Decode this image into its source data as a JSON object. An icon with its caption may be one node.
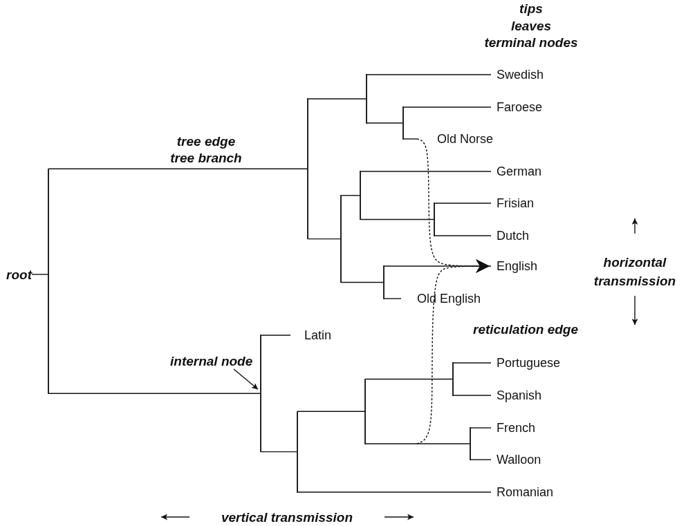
{
  "diagram": {
    "nodes": [
      {
        "text": [
          "root"
        ]
      },
      {
        "text": [],
        "shape": "bar"
      },
      {
        "text": [],
        "shape": "bar"
      },
      {
        "text": [],
        "shape": "bar"
      },
      {
        "text": [
          "Swedish"
        ]
      },
      {
        "text": [],
        "shape": "bar"
      },
      {
        "text": [
          "Faroese"
        ]
      },
      {
        "text": [
          "Old Norse"
        ]
      },
      {
        "text": [],
        "shape": "bar"
      },
      {
        "text": [],
        "shape": "bar"
      },
      {
        "text": [
          "German"
        ]
      },
      {
        "text": [],
        "shape": "bar"
      },
      {
        "text": [
          "Frisian"
        ]
      },
      {
        "text": [
          "Dutch"
        ]
      },
      {
        "text": [],
        "shape": "bar"
      },
      {
        "text": [
          "English"
        ]
      },
      {
        "text": [
          "Old English"
        ]
      },
      {
        "text": [
          "internal node"
        ]
      },
      {
        "text": [],
        "shape": "bar"
      },
      {
        "text": [
          "Latin"
        ]
      },
      {
        "text": [],
        "shape": "bar"
      },
      {
        "text": [],
        "shape": "bar"
      },
      {
        "text": [],
        "shape": "bar"
      },
      {
        "text": [
          "Portuguese"
        ]
      },
      {
        "text": [
          "Spanish"
        ]
      },
      {
        "text": [],
        "shape": "bar"
      },
      {
        "text": [
          "French"
        ]
      },
      {
        "text": [
          "Walloon"
        ]
      },
      {
        "text": [
          "Romanian"
        ]
      }
    ],
    "edges": [
      {
        "from": 0,
        "to": 1,
        "arrow": "none"
      },
      {
        "from": 1,
        "to": 2,
        "arrow": "none"
      },
      {
        "from": 1,
        "to": 18,
        "arrow": "none"
      },
      {
        "from": 2,
        "to": 3,
        "arrow": "none"
      },
      {
        "from": 2,
        "to": 8,
        "arrow": "none"
      },
      {
        "from": 3,
        "to": 4,
        "arrow": "none"
      },
      {
        "from": 3,
        "to": 5,
        "arrow": "none"
      },
      {
        "from": 5,
        "to": 6,
        "arrow": "none"
      },
      {
        "from": 5,
        "to": 7,
        "arrow": "none"
      },
      {
        "from": 8,
        "to": 9,
        "arrow": "none"
      },
      {
        "from": 8,
        "to": 14,
        "arrow": "none"
      },
      {
        "from": 9,
        "to": 10,
        "arrow": "none"
      },
      {
        "from": 9,
        "to": 11,
        "arrow": "none"
      },
      {
        "from": 11,
        "to": 12,
        "arrow": "none"
      },
      {
        "from": 11,
        "to": 13,
        "arrow": "none"
      },
      {
        "from": 14,
        "to": 15,
        "arrow": "none"
      },
      {
        "from": 14,
        "to": 16,
        "arrow": "none"
      },
      {
        "from": 18,
        "to": 19,
        "arrow": "none"
      },
      {
        "from": 18,
        "to": 20,
        "arrow": "none"
      },
      {
        "from": 20,
        "to": 21,
        "arrow": "none"
      },
      {
        "from": 20,
        "to": 28,
        "arrow": "none"
      },
      {
        "from": 21,
        "to": 22,
        "arrow": "none"
      },
      {
        "from": 21,
        "to": 25,
        "arrow": "none"
      },
      {
        "from": 22,
        "to": 23,
        "arrow": "none"
      },
      {
        "from": 22,
        "to": 24,
        "arrow": "none"
      },
      {
        "from": 25,
        "to": 26,
        "arrow": "none"
      },
      {
        "from": 25,
        "to": 27,
        "arrow": "none"
      },
      {
        "from": 7,
        "to": 15,
        "arrow": "to",
        "style": "dashed"
      },
      {
        "from": null,
        "to": 15,
        "arrow": "to",
        "style": "dashed"
      },
      {
        "from": 17,
        "to": 18,
        "arrow": "to"
      }
    ],
    "labels": [
      "tips",
      "leaves",
      "terminal nodes",
      "tree edge",
      "tree branch",
      "horizontal transmission",
      "reticulation edge",
      "vertical transmission"
    ]
  }
}
